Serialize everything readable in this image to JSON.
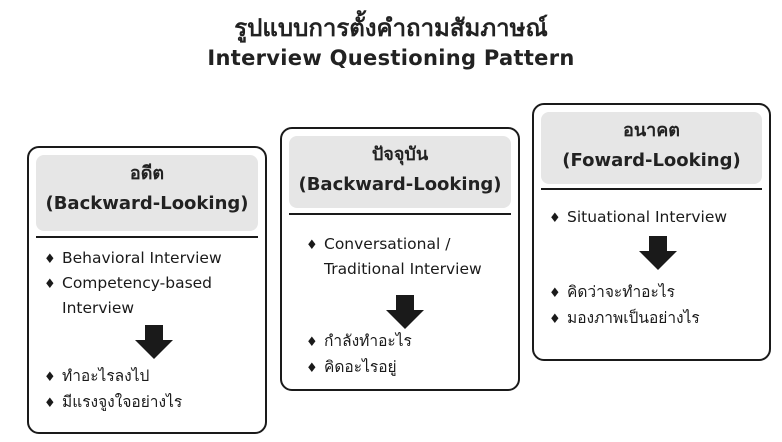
{
  "title": {
    "thai": "รูปแบบการตั้งคำถามสัมภาษณ์",
    "english": "Interview Questioning Pattern"
  },
  "bullet_symbol": "♦",
  "cards": [
    {
      "heading_line1": "อดีต",
      "heading_line2": "(Backward-Looking)",
      "items_before": [
        {
          "text": "Behavioral Interview"
        },
        {
          "text": "Competency-based",
          "continuation": "Interview"
        }
      ],
      "items_after": [
        {
          "text": "ทำอะไรลงไป"
        },
        {
          "text": "มีแรงจูงใจอย่างไร"
        }
      ]
    },
    {
      "heading_line1": "ปัจจุบัน",
      "heading_line2": "(Backward-Looking)",
      "items_before": [
        {
          "text": "Conversational /",
          "continuation": "Traditional Interview"
        }
      ],
      "items_after": [
        {
          "text": "กำลังทำอะไร"
        },
        {
          "text": "คิดอะไรอยู่"
        }
      ]
    },
    {
      "heading_line1": "อนาคต",
      "heading_line2": "(Foward-Looking)",
      "items_before": [
        {
          "text": "Situational Interview"
        }
      ],
      "items_after": [
        {
          "text": "คิดว่าจะทำอะไร"
        },
        {
          "text": "มองภาพเป็นอย่างไร"
        }
      ]
    }
  ]
}
